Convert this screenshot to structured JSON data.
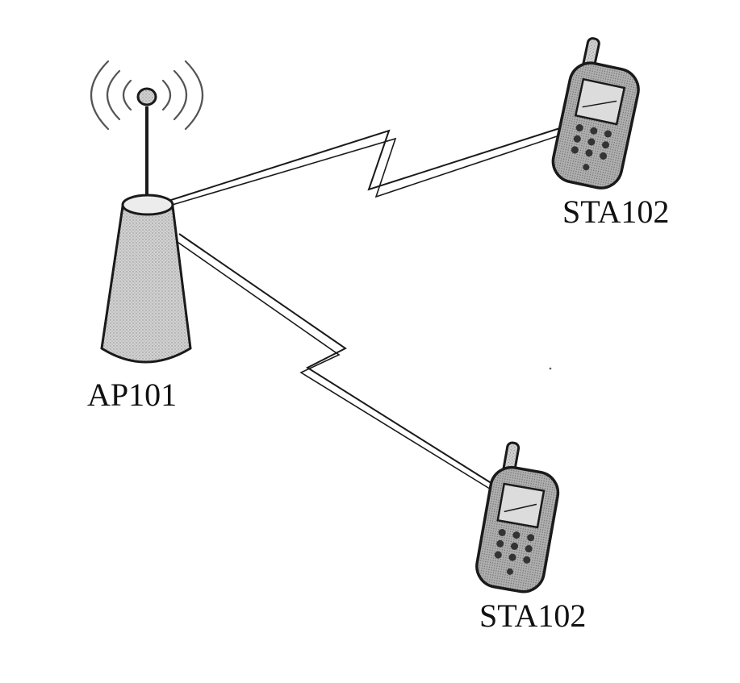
{
  "nodes": {
    "access_point": {
      "label": "AP101",
      "icon": "access-point-icon"
    },
    "station_top": {
      "label": "STA102",
      "icon": "mobile-phone-icon"
    },
    "station_bottom": {
      "label": "STA102",
      "icon": "mobile-phone-icon"
    }
  },
  "links": [
    {
      "from": "access_point",
      "to": "station_top",
      "kind": "wireless"
    },
    {
      "from": "access_point",
      "to": "station_bottom",
      "kind": "wireless"
    }
  ],
  "colors": {
    "stroke": "#1a1a1a",
    "fill_tower": "#c9c9c9",
    "fill_phone": "#bdbdbd",
    "background": "#ffffff"
  }
}
